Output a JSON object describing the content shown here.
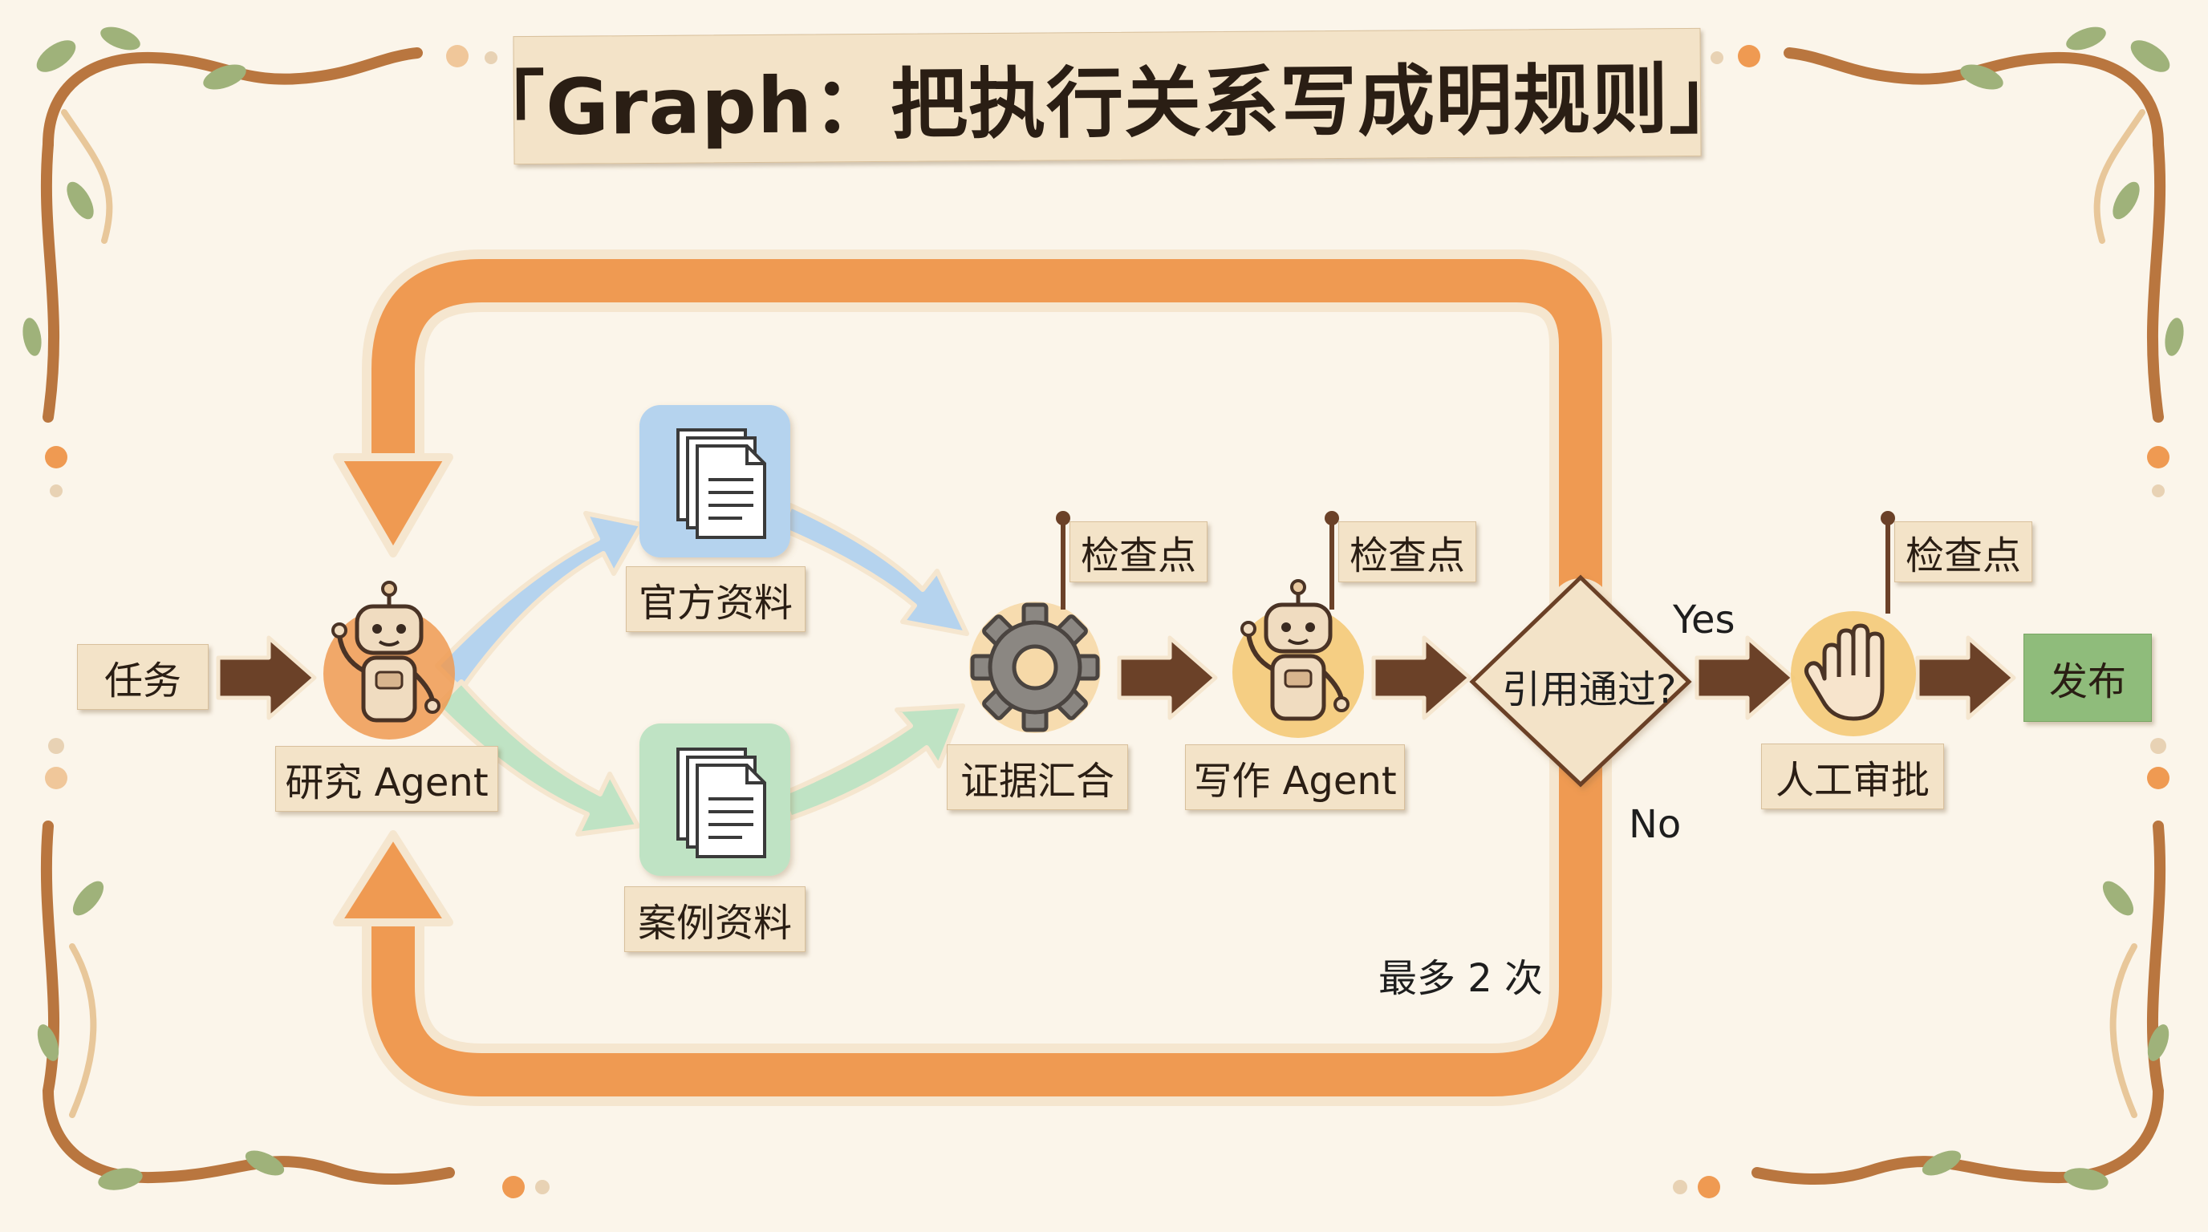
{
  "title": "「Graph：把执行关系写成明规则」",
  "nodes": {
    "task": "任务",
    "research_agent": "研究 Agent",
    "official_docs": "官方资料",
    "case_docs": "案例资料",
    "evidence_merge": "证据汇合",
    "writing_agent": "写作 Agent",
    "citation_check": "引用通过?",
    "human_review": "人工审批",
    "publish": "发布"
  },
  "checkpoints": [
    "检查点",
    "检查点",
    "检查点"
  ],
  "edges": {
    "yes": "Yes",
    "no": "No",
    "retry_limit": "最多 2 次"
  },
  "icons": {
    "research_agent": "robot-icon",
    "official_docs": "documents-icon",
    "case_docs": "documents-icon",
    "evidence_merge": "gear-icon",
    "writing_agent": "robot-icon",
    "human_review": "hand-icon",
    "checkpoint": "flag-icon"
  },
  "colors": {
    "loop": "#ef9a52",
    "flow_arrow": "#6b4128",
    "official_branch": "#b5d3ee",
    "case_branch": "#bfe3c4",
    "publish": "#8fbc7b",
    "paper": "#f3e3c8"
  }
}
